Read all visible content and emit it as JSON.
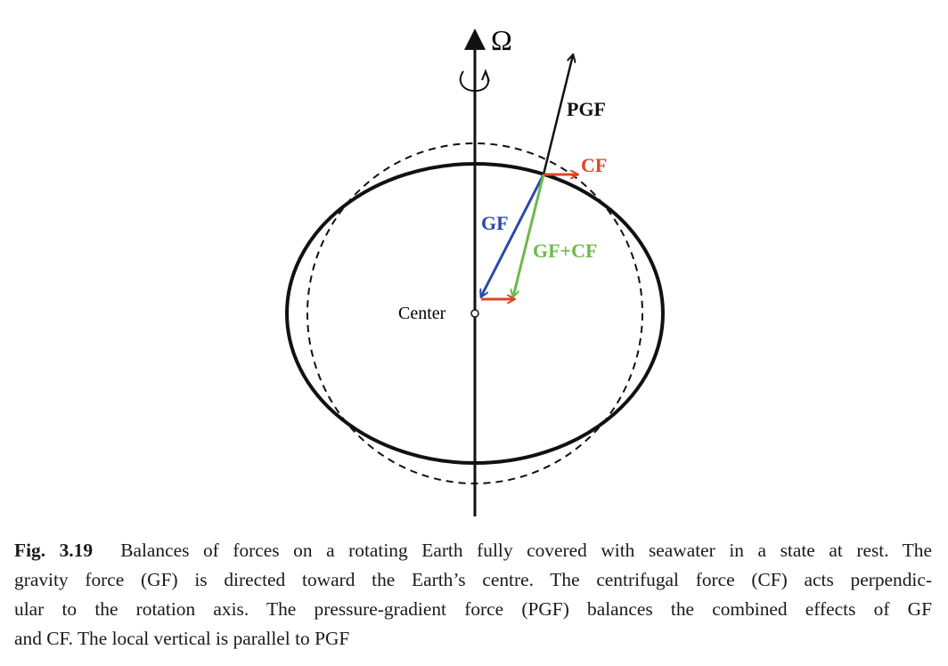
{
  "figure": {
    "axis_symbol": "Ω",
    "center_label": "Center",
    "labels": {
      "pgf": "PGF",
      "cf": "CF",
      "gf": "GF",
      "gf_cf": "GF+CF"
    },
    "colors": {
      "axis": "#111111",
      "ellipse": "#111111",
      "pgf": "#111111",
      "cf": "#e0452a",
      "gf": "#2a4aa8",
      "gf_cf": "#6cba4a",
      "caption_text": "#1a1a1a"
    }
  },
  "caption": {
    "label": "Fig. 3.19",
    "line1": "Balances of forces on a rotating Earth fully covered with seawater in a state at rest. The",
    "line2": "gravity force (GF) is directed toward the Earth’s centre. The centrifugal force (CF) acts perpendic-",
    "line3": "ular to the rotation axis. The pressure-gradient force (PGF) balances the combined effects of GF",
    "line4": "and CF. The local vertical is parallel to PGF"
  }
}
